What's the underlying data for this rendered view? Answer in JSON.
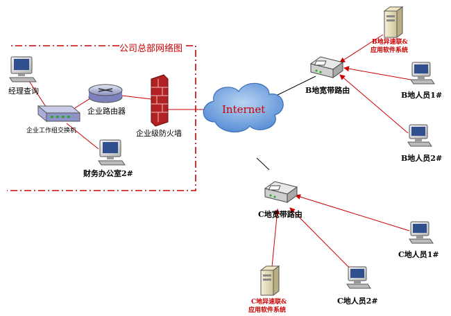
{
  "hq": {
    "title": "公司总部网络图",
    "manager_pc": "经理查询",
    "switch": "企业工作组交换机",
    "router": "企业路由器",
    "firewall": "企业级防火墙",
    "finance_pc": "财务办公室2#"
  },
  "internet": {
    "label": "Internet"
  },
  "site_b": {
    "router": "B地宽带路由",
    "server_line1": "B地异速联&",
    "server_line2": "应用软件系统",
    "pc1": "B地人员1#",
    "pc2": "B地人员2#"
  },
  "site_c": {
    "router": "C地宽带路由",
    "server_line1": "C地异速联&",
    "server_line2": "应用软件系统",
    "pc1": "C地人员1#",
    "pc2": "C地人员2#"
  },
  "colors": {
    "hq_border": "#cc0000",
    "link_red": "#cc0000",
    "link_black": "#000000",
    "cloud": "#6a9ad8"
  }
}
